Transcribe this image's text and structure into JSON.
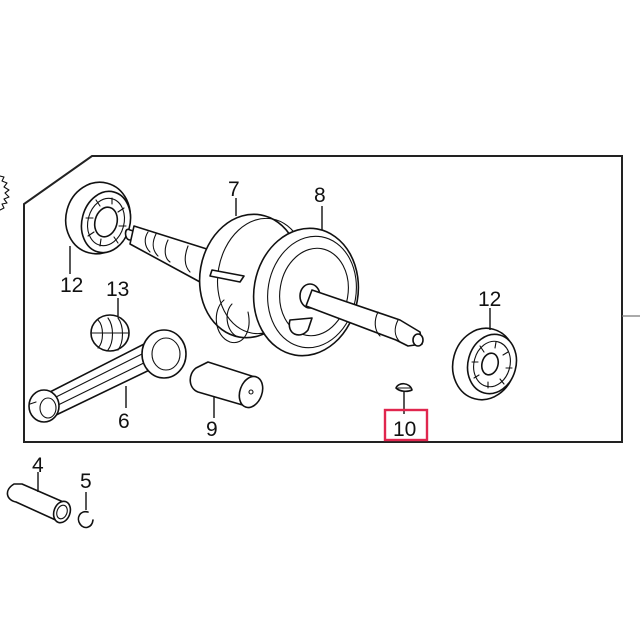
{
  "diagram": {
    "title": "Crankshaft / Connecting Rod parts diagram",
    "highlight_color": "#e0264e",
    "highlighted_part": "10",
    "parts": [
      {
        "ref": "4",
        "name": "piston-pin"
      },
      {
        "ref": "5",
        "name": "piston-pin-clip"
      },
      {
        "ref": "6",
        "name": "connecting-rod"
      },
      {
        "ref": "7",
        "name": "crankshaft-left-web"
      },
      {
        "ref": "8",
        "name": "crankshaft-right-web"
      },
      {
        "ref": "9",
        "name": "crank-pin"
      },
      {
        "ref": "10",
        "name": "woodruff-key"
      },
      {
        "ref": "12",
        "name": "bearing-left"
      },
      {
        "ref": "12",
        "name": "bearing-right"
      },
      {
        "ref": "13",
        "name": "needle-bearing"
      }
    ],
    "labels": {
      "p4": "4",
      "p5": "5",
      "p6": "6",
      "p7": "7",
      "p8": "8",
      "p9": "9",
      "p10": "10",
      "p12a": "12",
      "p12b": "12",
      "p13": "13"
    }
  }
}
